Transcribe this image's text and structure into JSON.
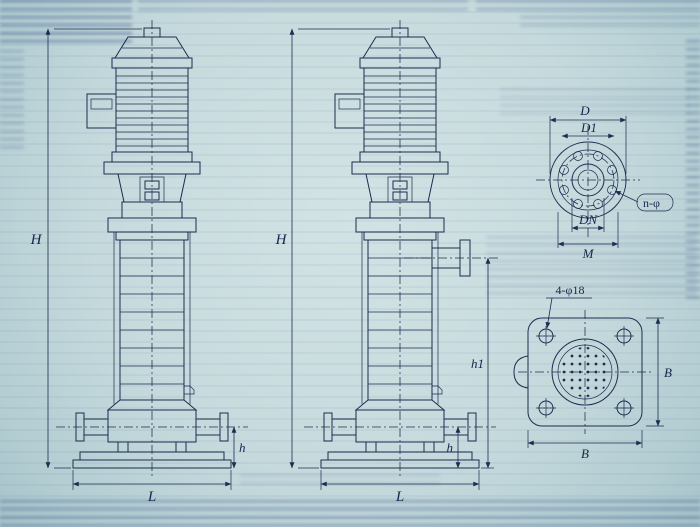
{
  "page": {
    "paper_color": "#c6dadd",
    "ink_color": "#1d2c50"
  },
  "drawing": {
    "front_view": {
      "dim_overall_height": "H",
      "dim_base_length": "L",
      "dim_port_center_height": "h"
    },
    "side_view": {
      "dim_overall_height": "H",
      "dim_base_length": "L",
      "dim_port_center_height": "h",
      "dim_discharge_center_height": "h1"
    },
    "flange_detail": {
      "dim_flange_od": "D",
      "dim_bolt_circle": "D1",
      "dim_nominal_bore": "DN",
      "dim_hub": "M",
      "bolt_holes_note": "n-φ"
    },
    "base_detail": {
      "anchor_holes_note": "4-φ18",
      "dim_base_width": "B",
      "dim_base_depth": "B"
    }
  }
}
